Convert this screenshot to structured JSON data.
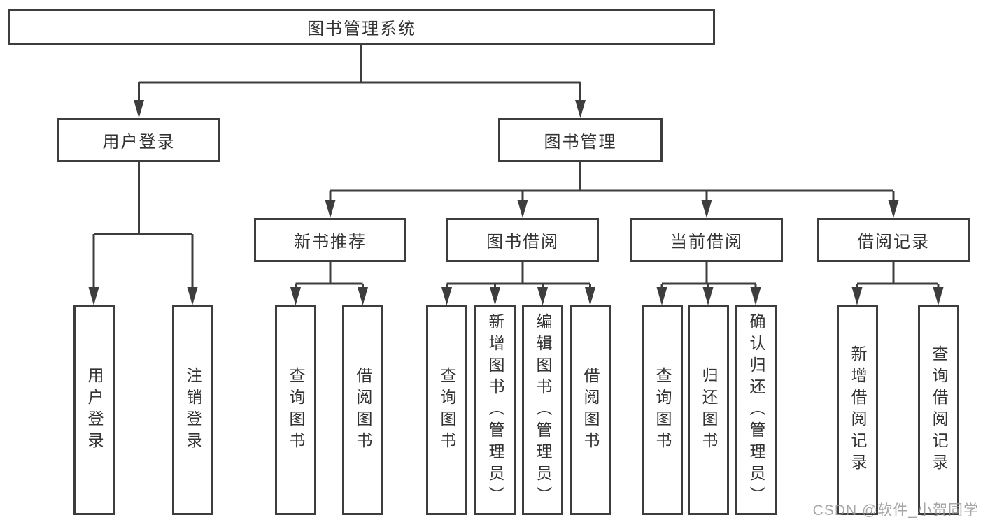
{
  "diagram": {
    "root": {
      "label": "图书管理系统"
    },
    "branches": [
      {
        "label": "用户登录",
        "children": [
          "用户登录",
          "注销登录"
        ]
      },
      {
        "label": "图书管理",
        "sections": [
          {
            "label": "新书推荐",
            "children": [
              "查询图书",
              "借阅图书"
            ]
          },
          {
            "label": "图书借阅",
            "children": [
              "查询图书",
              "新增图书（管理员）",
              "编辑图书（管理员）",
              "借阅图书"
            ]
          },
          {
            "label": "当前借阅",
            "children": [
              "查询图书",
              "归还图书",
              "确认归还（管理员）"
            ]
          },
          {
            "label": "借阅记录",
            "children": [
              "新增借阅记录",
              "查询借阅记录"
            ]
          }
        ]
      }
    ]
  },
  "colors": {
    "line": "#3d3d3d",
    "text": "#333333",
    "watermark": "#969696"
  },
  "watermark": {
    "text": "CSDN @软件_小贺同学"
  }
}
